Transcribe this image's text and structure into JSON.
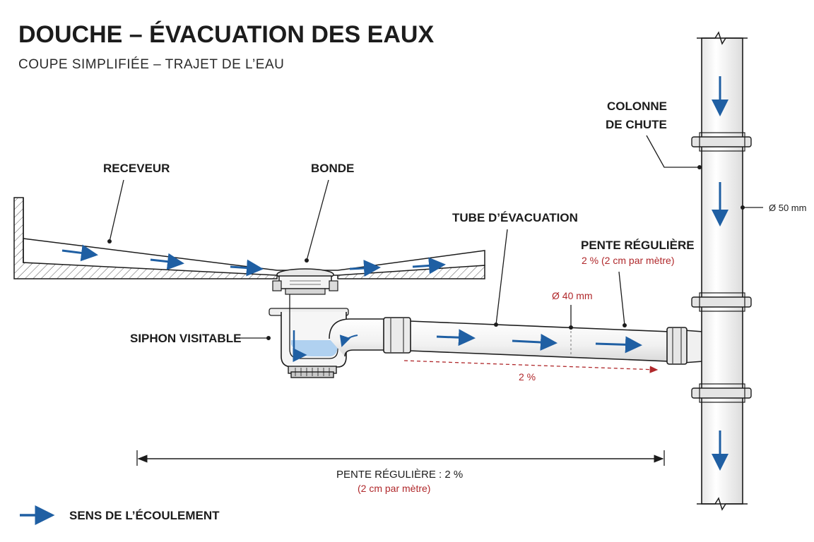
{
  "title": "DOUCHE – ÉVACUATION DES EAUX",
  "subtitle": "COUPE SIMPLIFIÉE – TRAJET DE L’EAU",
  "labels": {
    "receveur": "RECEVEUR",
    "bonde": "BONDE",
    "siphon": "SIPHON VISITABLE",
    "tube": "TUBE D’ÉVACUATION",
    "pente": "PENTE RÉGULIÈRE",
    "pente_detail": "2 % (2 cm par mètre)",
    "diam40": "Ø 40 mm",
    "colonne_line1": "COLONNE",
    "colonne_line2": "DE CHUTE",
    "diam50": "Ø 50 mm",
    "slope_arrow": "2 %"
  },
  "dimension": {
    "text": "PENTE RÉGULIÈRE : 2 %",
    "detail": "(2 cm par mètre)"
  },
  "legend": {
    "label": "SENS DE L’ÉCOULEMENT"
  },
  "colors": {
    "flow": "#1f5fa3",
    "accent_red": "#b0282b",
    "water": "#a9cdef",
    "line": "#1c1c1c"
  }
}
